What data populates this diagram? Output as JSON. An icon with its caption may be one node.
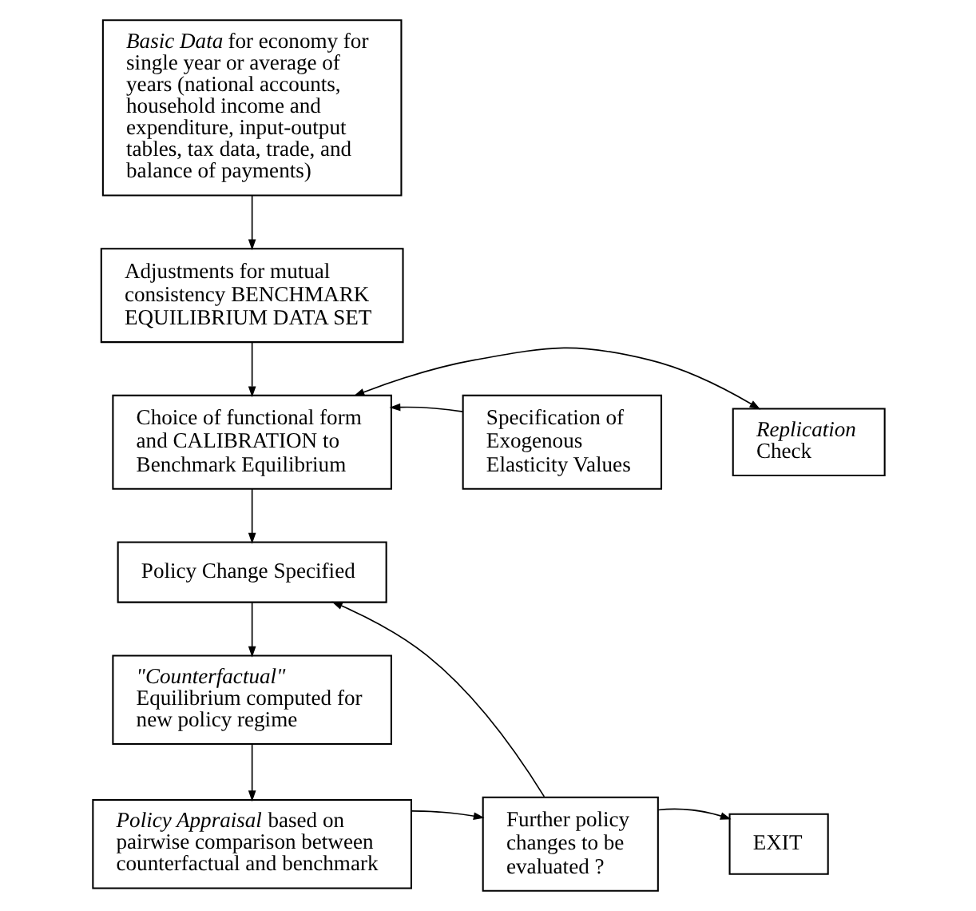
{
  "diagram": {
    "nodes": [
      {
        "text": [
          "*Basic Data* for economy for single year or average of years (national accounts, household income and expenditure, input-output tables, tax data, trade, and balance of payments)"
        ]
      },
      {
        "text": [
          "Adjustments for mutual consistency BENCHMARK EQUILIBRIUM DATA SET"
        ]
      },
      {
        "text": [
          "*Replication* Check"
        ]
      },
      {
        "text": [
          "Choice of functional form and CALIBRATION to Benchmark Equilibrium"
        ]
      },
      {
        "text": [
          "Specification of Exogenous Elasticity Values"
        ]
      },
      {
        "text": [
          "Policy Change Specified"
        ]
      },
      {
        "text": [
          "*\"Counterfactual\"* Equilibrium computed for new policy regime"
        ]
      },
      {
        "text": [
          "EXIT"
        ]
      },
      {
        "text": [
          "Further policy changes to be evaluated ?"
        ]
      },
      {
        "text": [
          "*Policy Appraisal* based on pairwise comparison between counterfactual and benchmark"
        ]
      }
    ],
    "edges": [
      {
        "from": 0,
        "to": 1,
        "arrow": "to"
      },
      {
        "from": 1,
        "to": 3,
        "arrow": "to"
      },
      {
        "from": 3,
        "to": 2,
        "arrow": "both"
      },
      {
        "from": 4,
        "to": 3,
        "arrow": "to"
      },
      {
        "from": 3,
        "to": 5,
        "arrow": "to"
      },
      {
        "from": 5,
        "to": 6,
        "arrow": "to"
      },
      {
        "from": 6,
        "to": 9,
        "arrow": "to"
      },
      {
        "from": 9,
        "to": 8,
        "arrow": "to"
      },
      {
        "from": 8,
        "to": 7,
        "arrow": "to"
      },
      {
        "from": 8,
        "to": 5,
        "arrow": "to"
      }
    ]
  }
}
